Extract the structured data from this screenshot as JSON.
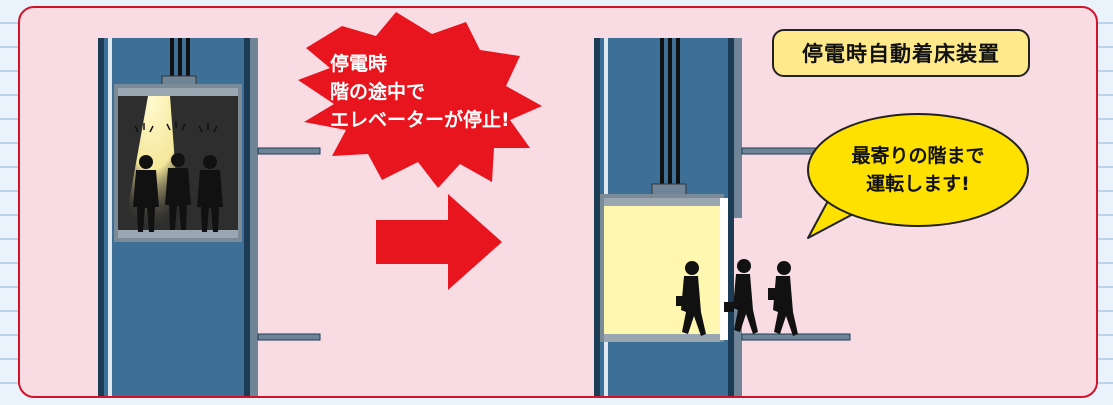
{
  "outage_burst": {
    "lines": [
      "停電時",
      "階の途中で",
      "エレベーターが停止!"
    ],
    "color": "#e8141e"
  },
  "device_label": "停電時自動着床装置",
  "speech_bubble": {
    "lines": [
      "最寄りの階まで",
      "運転します!"
    ],
    "color": "#ffe100"
  },
  "colors": {
    "shaft": "#3e6f97",
    "cabin_lit": "#fff6b0",
    "arrow": "#e8141e",
    "panel_border": "#d2142a",
    "panel_bg": "#f8dbe3"
  }
}
